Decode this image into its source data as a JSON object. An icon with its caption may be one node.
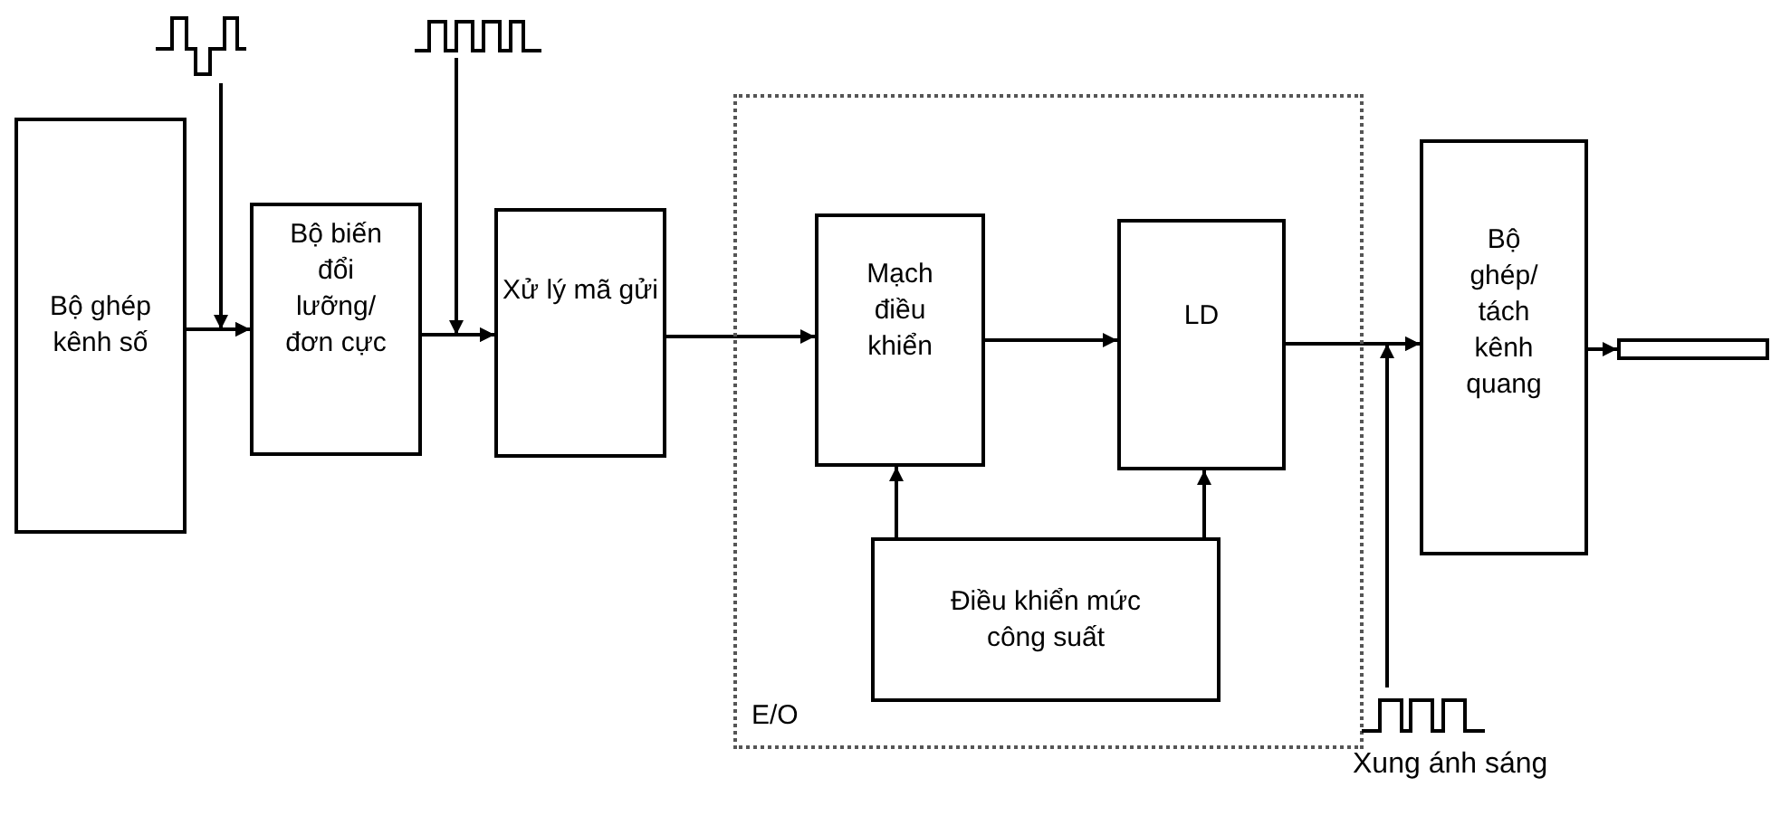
{
  "diagram": {
    "nodes": [
      {
        "text": [
          "Bộ ghép kênh số"
        ]
      },
      {
        "text": [
          "Bộ biến đổi lưỡng/ đơn cực"
        ]
      },
      {
        "text": [
          "Xử lý mã gửi"
        ]
      },
      {
        "text": [
          "E/O"
        ]
      },
      {
        "text": [
          "Mạch điều khiển"
        ],
        "in": 3
      },
      {
        "text": [
          "LD"
        ],
        "in": 3
      },
      {
        "text": [
          "Điều khiển mức công suất"
        ],
        "in": 3
      },
      {
        "text": [
          "Bộ ghép/ tách kênh quang"
        ]
      },
      {
        "text": [],
        "shape": "bar"
      },
      {
        "text": [],
        "shape": "picture"
      },
      {
        "text": [],
        "shape": "picture"
      },
      {
        "text": [],
        "shape": "picture",
        "beside": [
          "Xung ánh sáng"
        ]
      }
    ],
    "edges": [
      {
        "from": 0,
        "to": 1,
        "arrow": "to"
      },
      {
        "from": 1,
        "to": 2,
        "arrow": "to"
      },
      {
        "from": 2,
        "to": 4,
        "arrow": "to"
      },
      {
        "from": 4,
        "to": 5,
        "arrow": "to"
      },
      {
        "from": 6,
        "to": 4,
        "arrow": "to"
      },
      {
        "from": 6,
        "to": 5,
        "arrow": "to"
      },
      {
        "from": 5,
        "to": 7,
        "arrow": "to"
      },
      {
        "from": 7,
        "to": 8,
        "arrow": "to"
      },
      {
        "from": 9,
        "to": 1,
        "arrow": "to"
      },
      {
        "from": 10,
        "to": 2,
        "arrow": "to"
      },
      {
        "from": 11,
        "to": 7,
        "arrow": "to"
      }
    ]
  }
}
